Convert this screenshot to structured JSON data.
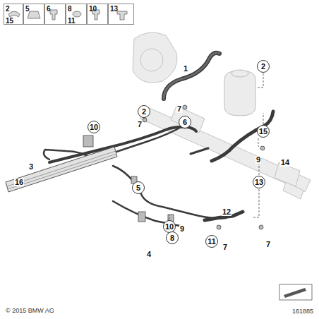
{
  "diagram": {
    "nodes": [
      {
        "text": [
          "2",
          "15"
        ]
      },
      {
        "text": [
          "5"
        ]
      },
      {
        "text": [
          "6"
        ]
      },
      {
        "text": [
          "8",
          "11"
        ]
      },
      {
        "text": [
          "10"
        ]
      },
      {
        "text": [
          "13"
        ]
      }
    ],
    "labels": [
      "1",
      "2",
      "2",
      "7",
      "7",
      "6",
      "15",
      "10",
      "3",
      "9",
      "14",
      "13",
      "16",
      "5",
      "12",
      "10",
      "9",
      "8",
      "4",
      "11",
      "7",
      "7",
      "© 2015 BMW AG",
      "161885"
    ]
  }
}
